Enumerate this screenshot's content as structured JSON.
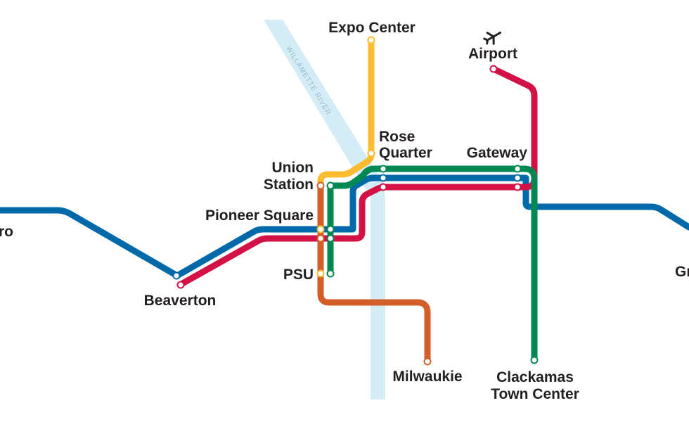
{
  "river": {
    "name": "WILLAMETTE RIVER",
    "color": "#d4ecf5"
  },
  "colors": {
    "blue": "#0069aa",
    "red": "#d31145",
    "green": "#008852",
    "yellow": "#fdbb30",
    "orange": "#d15f27",
    "text": "#231f20"
  },
  "lines": [
    {
      "id": "blue",
      "color": "#0069aa"
    },
    {
      "id": "red",
      "color": "#d31145"
    },
    {
      "id": "green",
      "color": "#008852"
    },
    {
      "id": "yellow",
      "color": "#fdbb30"
    },
    {
      "id": "orange",
      "color": "#d15f27"
    }
  ],
  "stations": {
    "expo_center": "Expo Center",
    "airport": "Airport",
    "rose_quarter_1": "Rose",
    "rose_quarter_2": "Quarter",
    "gateway": "Gateway",
    "union_station_1": "Union",
    "union_station_2": "Station",
    "pioneer_square": "Pioneer Square",
    "psu": "PSU",
    "beaverton": "Beaverton",
    "milwaukie": "Milwaukie",
    "clackamas_1": "Clackamas",
    "clackamas_2": "Town Center",
    "west_end_partial": "ro",
    "east_end_partial": "Gr"
  },
  "icons": {
    "airport": "airplane-icon"
  }
}
